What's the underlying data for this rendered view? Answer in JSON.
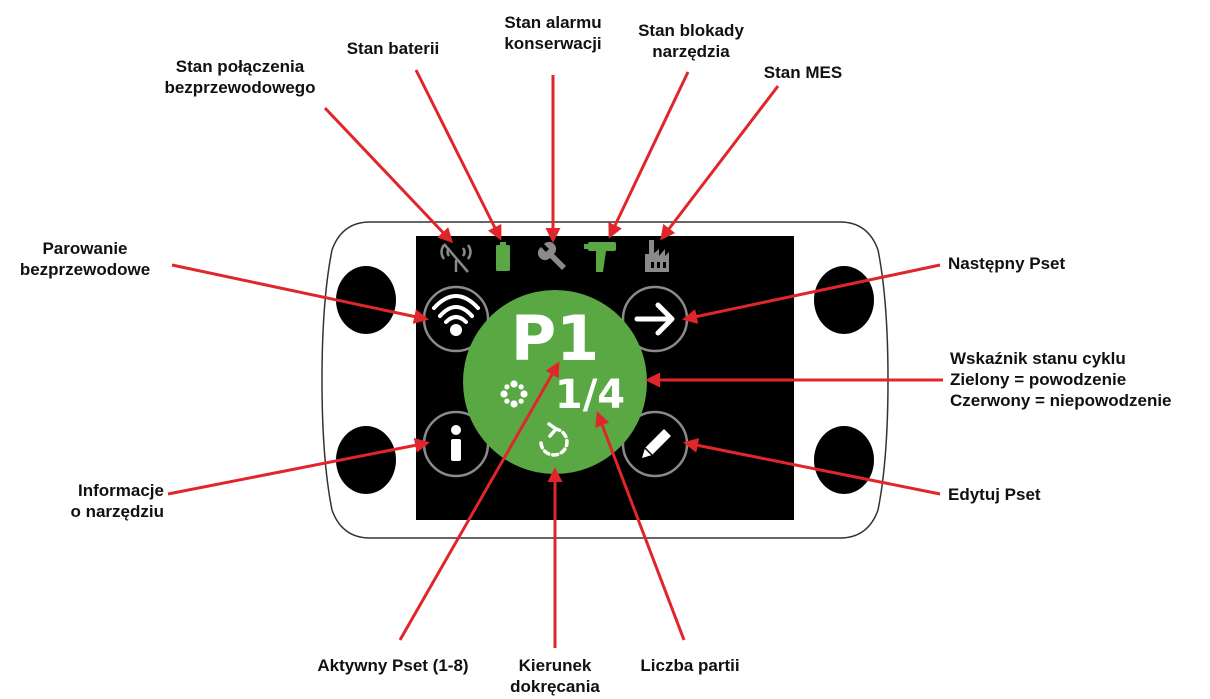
{
  "device": {
    "pset_label": "P1",
    "batch_count": "1/4",
    "colors": {
      "accent_green": "#5aa844",
      "screen_black": "#000000",
      "arrow_red": "#e0262a",
      "icon_gray": "#8a8a8a"
    },
    "status_icons": [
      "wireless-off-icon",
      "battery-icon",
      "wrench-icon",
      "tool-lock-icon",
      "factory-icon"
    ],
    "buttons": [
      "wireless-pairing-icon",
      "info-icon",
      "arrow-right-icon",
      "pencil-icon"
    ],
    "center_icons": [
      "cycle-dots-icon",
      "rotation-direction-icon"
    ]
  },
  "callouts": {
    "wireless_status": [
      "Stan połączenia",
      "bezprzewodowego"
    ],
    "battery_status": [
      "Stan baterii"
    ],
    "maintenance_alarm": [
      "Stan alarmu",
      "konserwacji"
    ],
    "tool_lock": [
      "Stan blokady",
      "narzędzia"
    ],
    "mes_status": [
      "Stan MES"
    ],
    "wireless_pairing": [
      "Parowanie",
      "bezprzewodowe"
    ],
    "next_pset": [
      "Następny Pset"
    ],
    "cycle_indicator": [
      "Wskaźnik stanu cyklu",
      "Zielony = powodzenie",
      "Czerwony = niepowodzenie"
    ],
    "tool_info": [
      "Informacje",
      "o narzędziu"
    ],
    "edit_pset": [
      "Edytuj Pset"
    ],
    "active_pset": [
      "Aktywny Pset (1-8)"
    ],
    "tightening_direction": [
      "Kierunek",
      "dokręcania"
    ],
    "batch_count": [
      "Liczba partii"
    ]
  }
}
